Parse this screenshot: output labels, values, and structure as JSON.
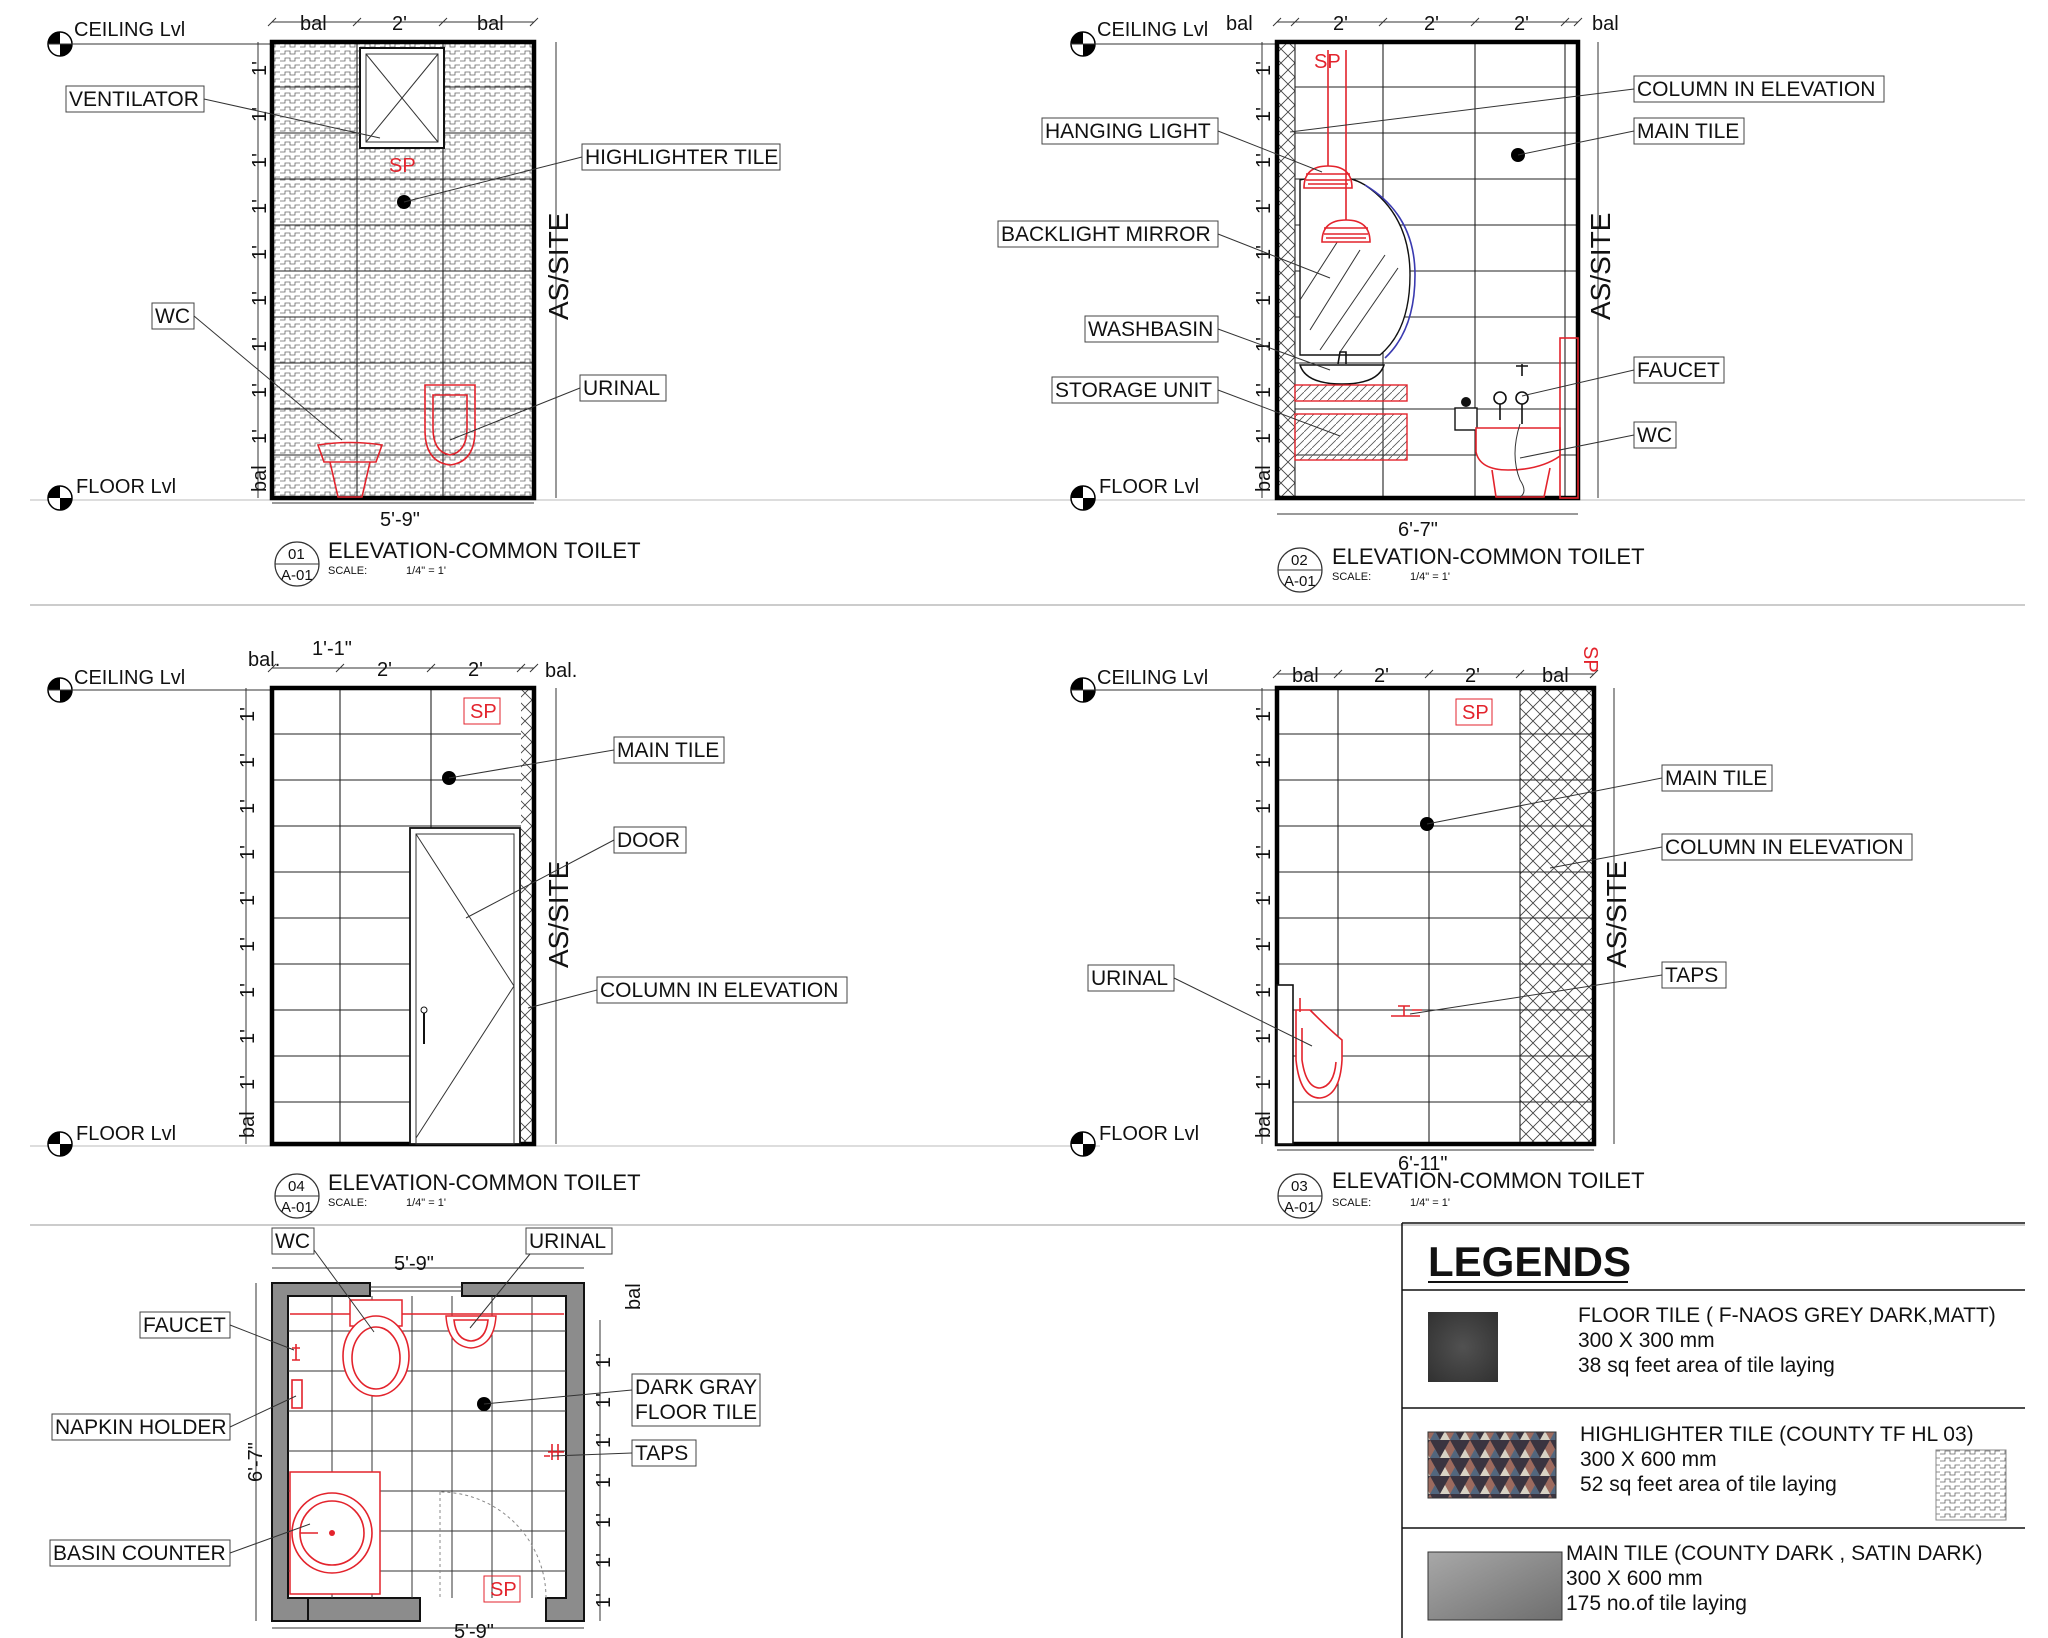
{
  "levels": {
    "ceiling": "CEILING Lvl",
    "floor": "FLOOR Lvl"
  },
  "common": {
    "as_site": "AS/SITE",
    "bal": "bal",
    "bal_dot": "bal.",
    "one_ft": "1'",
    "two_ft": "2'",
    "sp": "SP",
    "scale_label": "SCALE:",
    "scale_value": "1/4\" = 1'",
    "sheet": "A-01",
    "title": "ELEVATION-COMMON TOILET"
  },
  "elevations": {
    "e01": {
      "number": "01",
      "width_dim": "5'-9\"",
      "callouts": {
        "ventilator": "VENTILATOR",
        "highlighter": "HIGHLIGHTER TILE",
        "wc": "WC",
        "urinal": "URINAL"
      }
    },
    "e02": {
      "number": "02",
      "width_dim": "6'-7\"",
      "callouts": {
        "column": "COLUMN IN ELEVATION",
        "hanging_light": "HANGING LIGHT",
        "main_tile": "MAIN TILE",
        "mirror": "BACKLIGHT MIRROR",
        "washbasin": "WASHBASIN",
        "faucet": "FAUCET",
        "storage": "STORAGE UNIT",
        "wc": "WC"
      }
    },
    "e04": {
      "number": "04",
      "top_dim": "1'-1\"",
      "callouts": {
        "main_tile": "MAIN TILE",
        "door": "DOOR",
        "column": "COLUMN IN ELEVATION"
      }
    },
    "e03": {
      "number": "03",
      "width_dim": "6'-11\"",
      "callouts": {
        "main_tile": "MAIN TILE",
        "column": "COLUMN IN ELEVATION",
        "urinal": "URINAL",
        "taps": "TAPS"
      }
    }
  },
  "plan": {
    "top_dim": "5'-9\"",
    "bottom_dim": "5'-9\"",
    "side_dim": "6'-7\"",
    "callouts": {
      "wc": "WC",
      "urinal": "URINAL",
      "faucet": "FAUCET",
      "dark_gray_1": "DARK GRAY",
      "dark_gray_2": "FLOOR TILE",
      "napkin": "NAPKIN HOLDER",
      "taps": "TAPS",
      "basin": "BASIN COUNTER"
    }
  },
  "legend": {
    "heading": "LEGENDS",
    "items": [
      {
        "name": "FLOOR TILE ( F-NAOS GREY DARK,MATT)",
        "size": "300 X 300 mm",
        "note": "38 sq feet area of tile laying",
        "swatch_color": "#3c3c3c"
      },
      {
        "name": "HIGHLIGHTER TILE (COUNTY TF HL 03)",
        "size": "300 X 600 mm",
        "note": "52 sq feet area of tile laying",
        "swatch_color": "#4a4a55"
      },
      {
        "name": "MAIN TILE (COUNTY DARK , SATIN DARK)",
        "size": "300 X 600 mm",
        "note": "175 no.of tile laying",
        "swatch_color": "#8a8a8a"
      }
    ]
  }
}
